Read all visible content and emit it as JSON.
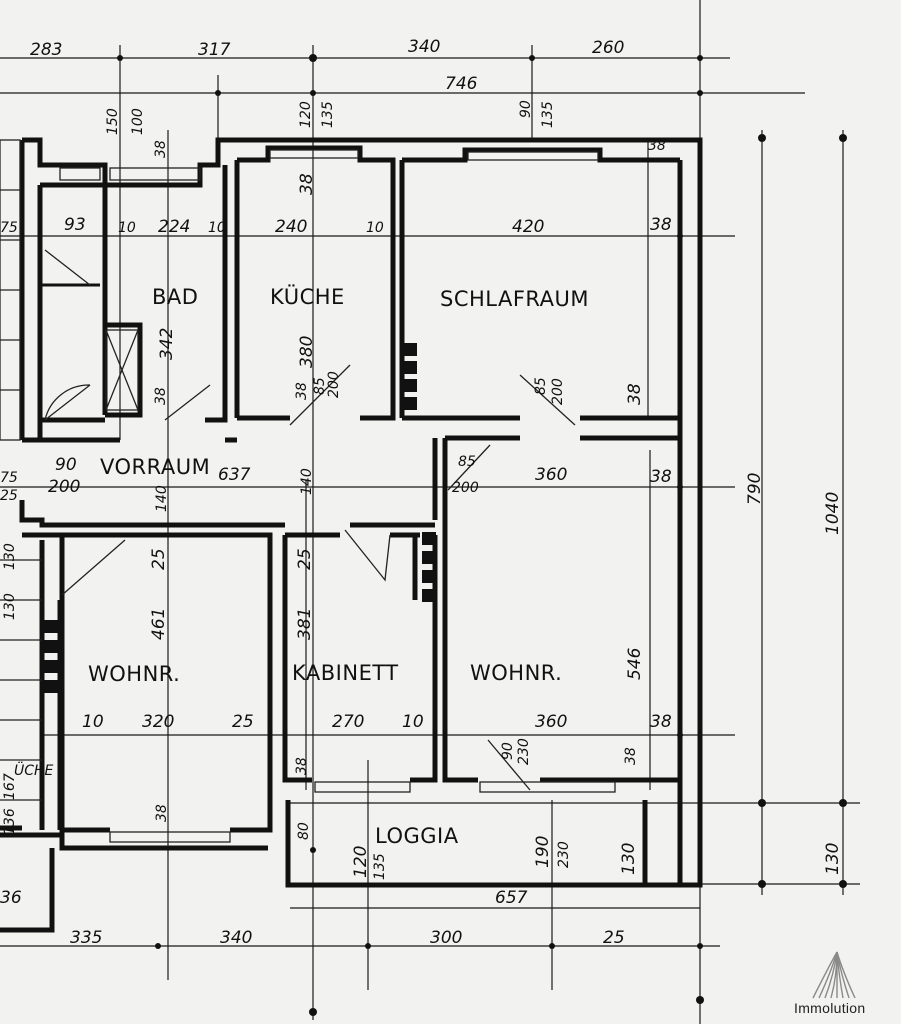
{
  "rooms": {
    "bad": "BAD",
    "kueche": "KÜCHE",
    "schlafraum": "SCHLAFRAUM",
    "vorraum": "VORRAUM",
    "wohnr_left": "WOHNR.",
    "kabinett": "KABINETT",
    "wohnr_right": "WOHNR.",
    "loggia": "LOGGIA",
    "kueche_neighbor": "ÜCHE"
  },
  "dimensions": {
    "top_row": [
      "283",
      "317",
      "340",
      "260"
    ],
    "top_total": "746",
    "top_small": [
      "150",
      "100",
      "38",
      "120",
      "135",
      "90",
      "135"
    ],
    "upper_interior": [
      "75",
      "93",
      "10",
      "224",
      "10",
      "240",
      "10",
      "420",
      "38"
    ],
    "upper_vertical": [
      "342",
      "38",
      "380",
      "38",
      "85",
      "200",
      "85",
      "200",
      "38"
    ],
    "hall": [
      "90",
      "200",
      "637",
      "140",
      "140",
      "85",
      "200",
      "360",
      "38",
      "75",
      "25"
    ],
    "right_side": [
      "790",
      "1040",
      "130"
    ],
    "lower_vertical": [
      "130",
      "130",
      "25",
      "461",
      "25",
      "381"
    ],
    "lower_interior": [
      "10",
      "320",
      "25",
      "270",
      "10",
      "360",
      "38",
      "546"
    ],
    "lower_small": [
      "38",
      "38",
      "38",
      "38",
      "90",
      "230",
      "167",
      "136"
    ],
    "loggia": [
      "80",
      "120",
      "135",
      "190",
      "230",
      "130",
      "657"
    ],
    "bottom_row": [
      "335",
      "340",
      "300",
      "25"
    ],
    "left_side": [
      "36"
    ]
  },
  "logo": {
    "text": "Immolution"
  }
}
